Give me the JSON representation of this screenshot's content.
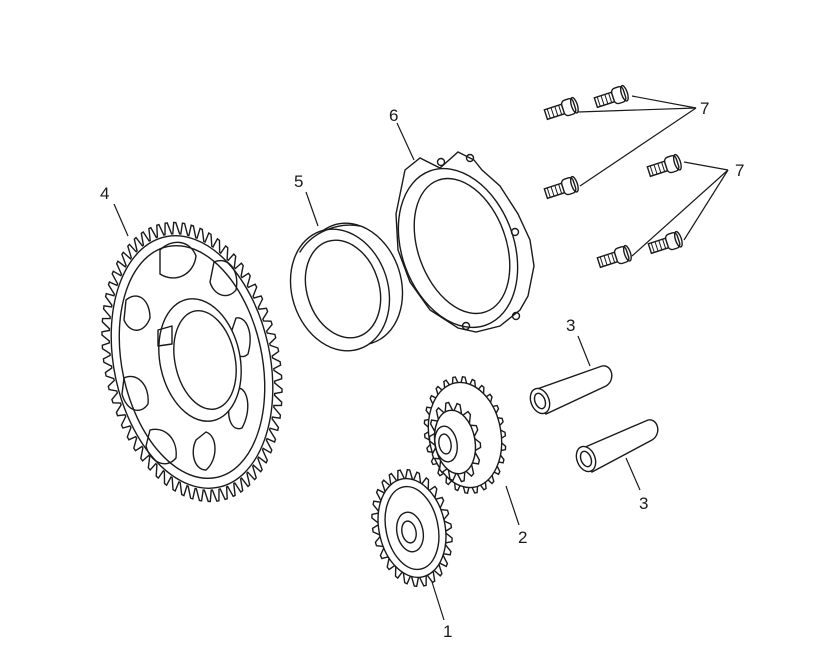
{
  "callouts": {
    "part1": "1",
    "part2": "2",
    "part3_top": "3",
    "part3_bottom": "3",
    "part4": "4",
    "part5": "5",
    "part6": "6",
    "part7_top": "7",
    "part7_bottom": "7"
  },
  "colors": {
    "ink": "#1a1a1a",
    "paper": "#ffffff"
  }
}
